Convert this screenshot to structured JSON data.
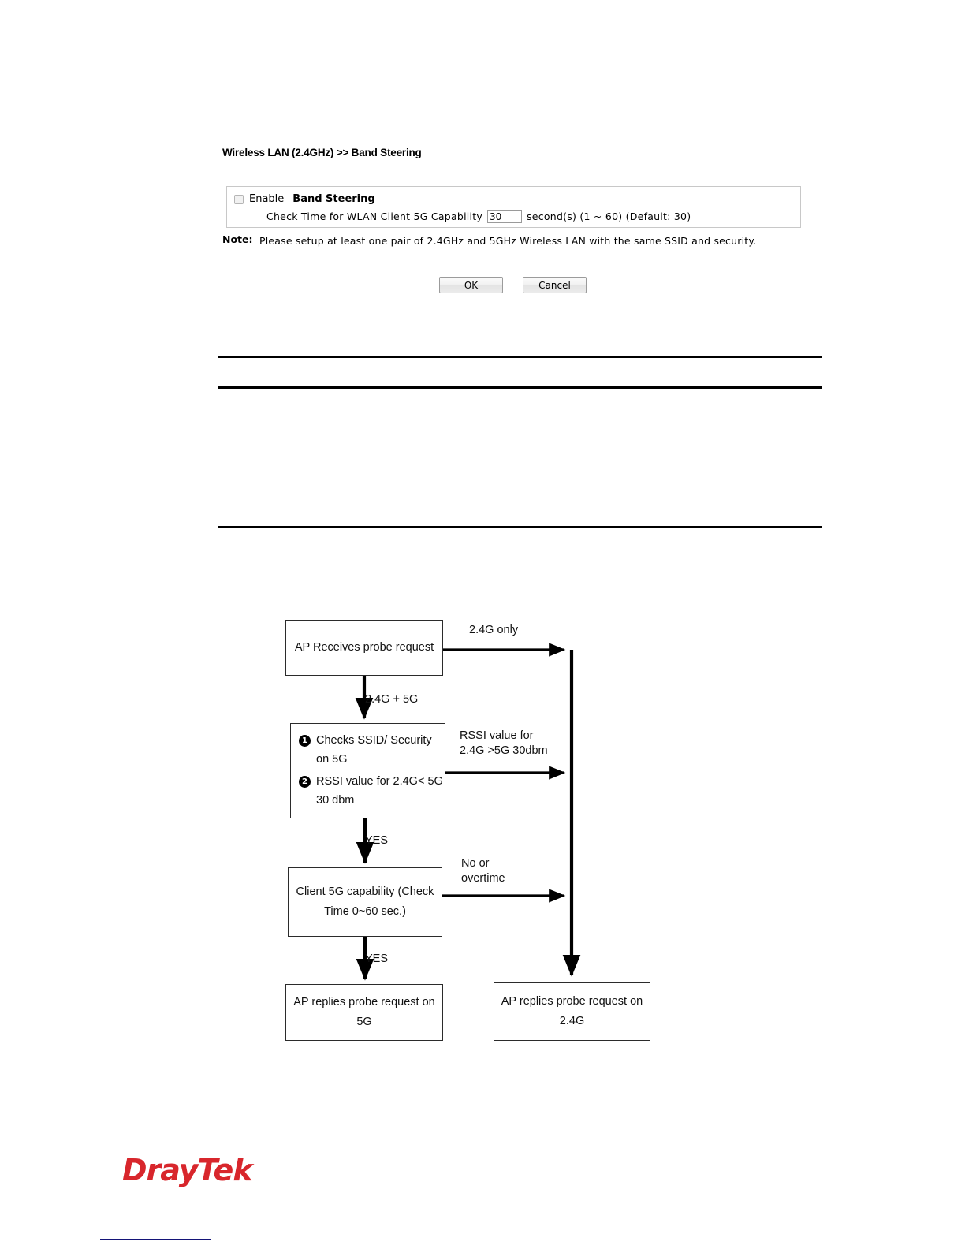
{
  "page": {
    "title": "Wireless LAN (2.4GHz) >> Band Steering"
  },
  "settings": {
    "enable_label": "Enable",
    "band_steering_link": "Band Steering",
    "checkbox_state": "unchecked",
    "check_time_label": "Check Time for WLAN Client 5G Capability",
    "check_time_value": "30",
    "check_time_suffix": "second(s) (1 ~ 60) (Default: 30)"
  },
  "note": {
    "label": "Note:",
    "text": "Please setup at least one pair of 2.4GHz and 5GHz Wireless LAN with the same SSID and security."
  },
  "buttons": {
    "ok": "OK",
    "cancel": "Cancel"
  },
  "description_table": {
    "columns": [
      "",
      ""
    ],
    "rows": [
      [
        "",
        ""
      ]
    ]
  },
  "flowchart": {
    "boxes": {
      "receives": "AP Receives probe request",
      "checks_items": [
        {
          "num": "1",
          "text": "Checks SSID/ Security on 5G"
        },
        {
          "num": "2",
          "text": "RSSI value for 2.4G< 5G 30 dbm"
        }
      ],
      "client": "Client 5G capability (Check Time 0~60 sec.)",
      "reply_5g": "AP replies probe request on 5G",
      "reply_24g": "AP replies probe request on 2.4G"
    },
    "labels": {
      "only_24g": "2.4G only",
      "both_24g_5g": "2.4G + 5G",
      "rssi": "RSSI value for\n2.4G >5G 30dbm",
      "yes_1": "YES",
      "no_or_overtime": "No or\novertime",
      "yes_2": "YES"
    }
  },
  "footer": {
    "logo_dray": "Dray",
    "logo_tek": "Tek",
    "brand_color": "#d8262c",
    "rule_color": "#141478"
  }
}
